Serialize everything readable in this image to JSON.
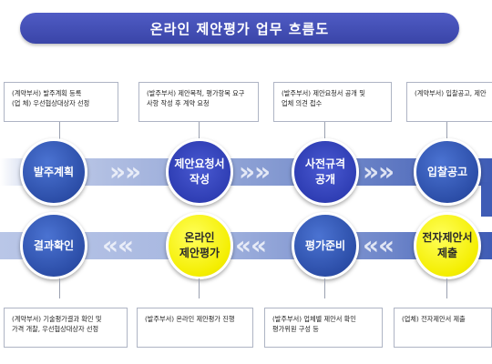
{
  "title": "온라인 제안평가 업무 흐름도",
  "top_row": [
    {
      "label": "발주계획",
      "note": "(계약부서) 발주계획 등록\n(업        체) 우선협상대상자 선정",
      "highlight": false
    },
    {
      "label": "제안요청서\n작성",
      "note": "(발주부서) 제안목적, 평가항목 요구\n사항 작성 후 계약 요청",
      "highlight": false
    },
    {
      "label": "사전규격\n공개",
      "note": "(발주부서) 제안요청서 공개 및\n업체 의견 접수",
      "highlight": false
    },
    {
      "label": "입찰공고",
      "note": "(계약부서) 입찰공고, 제안",
      "highlight": false
    }
  ],
  "bottom_row": [
    {
      "label": "결과확인",
      "note": "(계약부서) 기술평가결과 확인 및\n가격 개찰, 우선협상대상자 선정",
      "highlight": false
    },
    {
      "label": "온라인\n제안평가",
      "note": "(발주부서) 온라인 제안평가 진행",
      "highlight": true
    },
    {
      "label": "평가준비",
      "note": "(발주부서) 업체별 제안서 확인\n평가위원 구성 등",
      "highlight": false
    },
    {
      "label": "전자제안서\n제출",
      "note": "(업체) 전자제안서 제출",
      "highlight": true
    }
  ],
  "colors": {
    "title_bg": "#3a45a8",
    "node_blue": "#2c4ea8",
    "node_yellow": "#f4ee00",
    "band": "#7f95cf"
  }
}
